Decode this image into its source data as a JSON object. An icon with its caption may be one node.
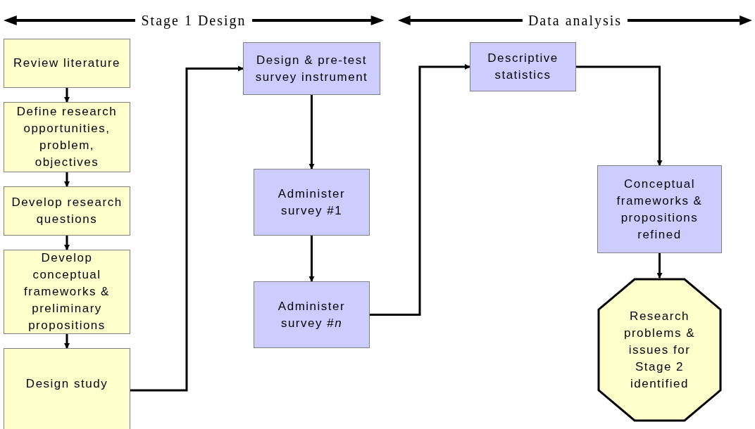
{
  "diagram": {
    "nodes": [
      {
        "text": [
          "Review literature"
        ]
      },
      {
        "text": [
          "Define research opportunities, problem, objectives"
        ]
      },
      {
        "text": [
          "Develop research questions"
        ]
      },
      {
        "text": [
          "Develop conceptual frameworks & preliminary propositions"
        ]
      },
      {
        "text": [
          "Design study"
        ]
      },
      {
        "text": [
          "Design & pre-test survey instrument"
        ]
      },
      {
        "text": [
          "Administer survey #1"
        ]
      },
      {
        "text": [
          "Administer survey #*n*"
        ]
      },
      {
        "text": [
          "Descriptive statistics"
        ]
      },
      {
        "text": [
          "Conceptual frameworks & propositions refined"
        ]
      },
      {
        "text": [
          "Research problems & issues for Stage 2 identified"
        ]
      }
    ],
    "edges": [
      {
        "from": 0,
        "to": 1,
        "arrow": "to"
      },
      {
        "from": 1,
        "to": 2,
        "arrow": "to"
      },
      {
        "from": 2,
        "to": 3,
        "arrow": "to"
      },
      {
        "from": 3,
        "to": 4,
        "arrow": "to"
      },
      {
        "from": 4,
        "to": 5,
        "arrow": "to"
      },
      {
        "from": 5,
        "to": 6,
        "arrow": "to"
      },
      {
        "from": 6,
        "to": 7,
        "arrow": "to"
      },
      {
        "from": 7,
        "to": 8,
        "arrow": "to"
      },
      {
        "from": 8,
        "to": 9,
        "arrow": "to"
      },
      {
        "from": 9,
        "to": 10,
        "arrow": "to"
      }
    ],
    "labels": [
      "Stage 1 Design",
      "Data analysis"
    ]
  }
}
